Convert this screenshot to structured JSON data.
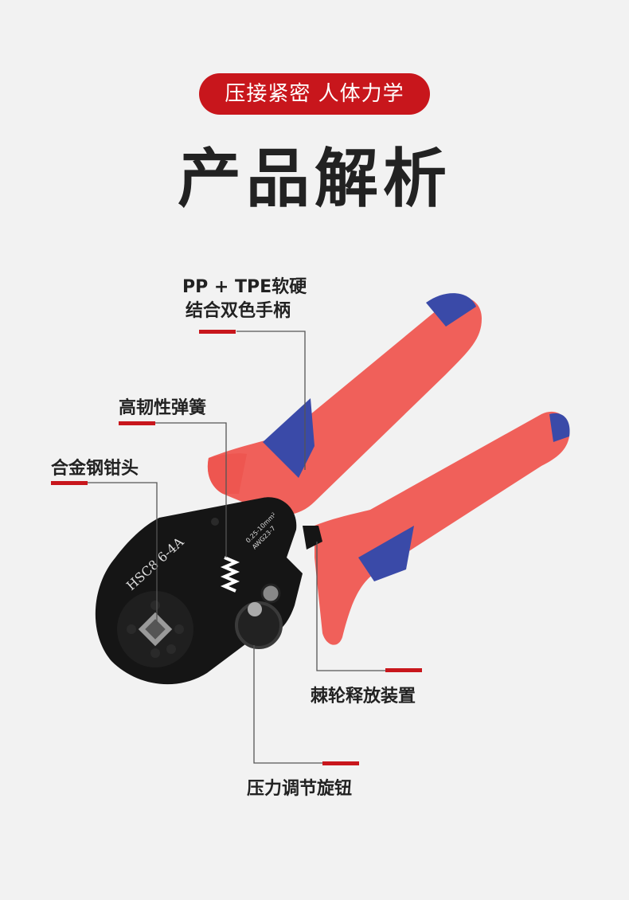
{
  "badge": {
    "text": "压接紧密 人体力学",
    "color": "#c8161c"
  },
  "title": "产品解析",
  "labels": {
    "handle_line1": "PP + TPE软硬",
    "handle_line2": "结合双色手柄",
    "spring": "高韧性弹簧",
    "head": "合金钢钳头",
    "ratchet": "棘轮释放装置",
    "knob": "压力调节旋钮"
  },
  "tool_markings": {
    "model": "HSC8 6-4A",
    "range": "0.25-10mm²",
    "awg": "AWG23-7"
  },
  "colors": {
    "handle_red": "#f0605a",
    "handle_blue": "#3a4aa8",
    "jaw_black": "#151515",
    "accent": "#c8161c"
  }
}
